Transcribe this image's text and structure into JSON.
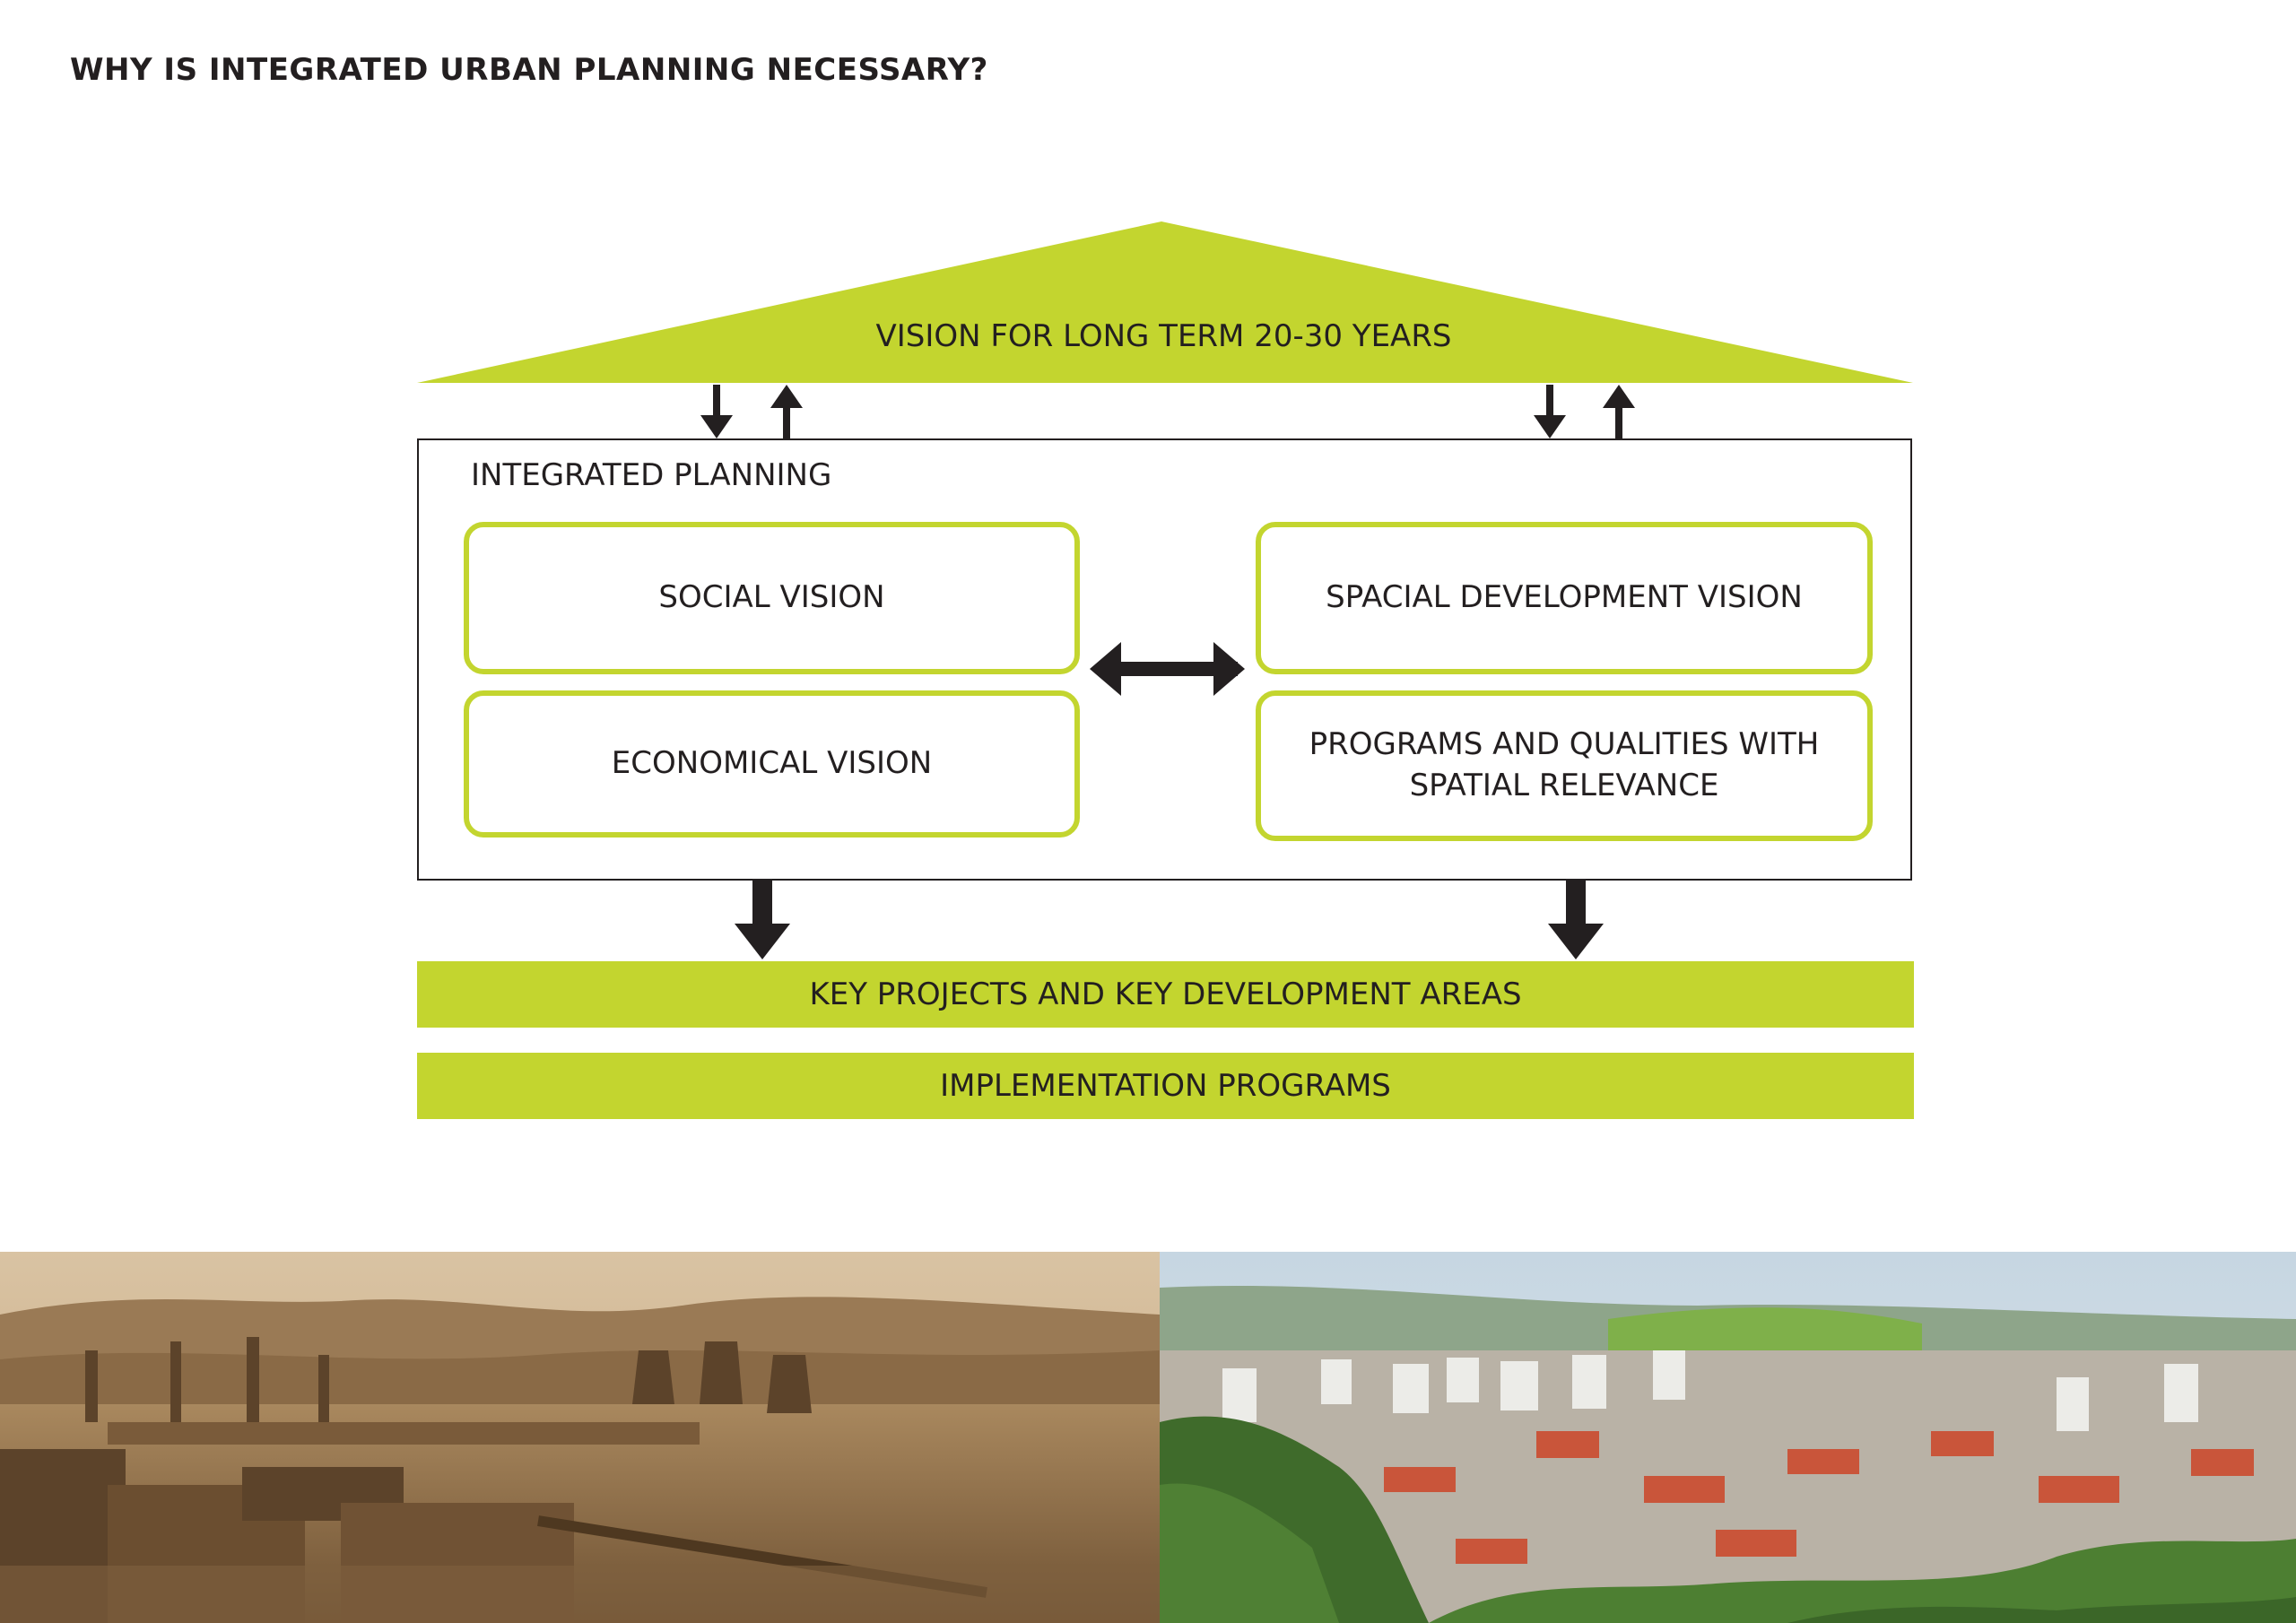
{
  "page": {
    "title": "WHY IS INTEGRATED URBAN PLANNING NECESSARY?"
  },
  "diagram": {
    "roof_label": "VISION FOR LONG TERM 20-30 YEARS",
    "planning_label": "INTEGRATED PLANNING",
    "cards": {
      "social": "SOCIAL VISION",
      "economical": "ECONOMICAL VISION",
      "spacial": "SPACIAL DEVELOPMENT VISION",
      "programs": "PROGRAMS AND QUALITIES WITH SPATIAL RELEVANCE"
    },
    "bands": {
      "key_projects": "KEY PROJECTS AND KEY DEVELOPMENT AREAS",
      "implementation": "IMPLEMENTATION PROGRAMS"
    }
  },
  "colors": {
    "accent": "#c3d52f",
    "ink": "#231f20"
  }
}
